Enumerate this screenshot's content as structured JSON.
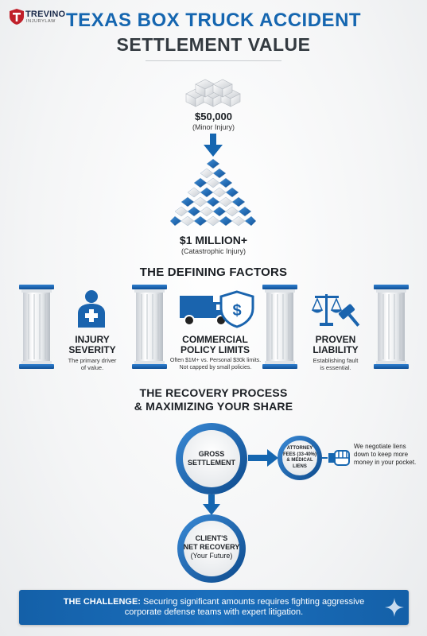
{
  "brand": {
    "name": "TREVINO",
    "sub": "INJURYLAW"
  },
  "title": {
    "line1": "TEXAS BOX TRUCK ACCIDENT",
    "line2": "SETTLEMENT VALUE"
  },
  "range": {
    "low_amount": "$50,000",
    "low_label": "(Minor Injury)",
    "high_amount": "$1 MILLION+",
    "high_label": "(Catastrophic Injury)"
  },
  "factors": {
    "heading": "THE DEFINING FACTORS",
    "items": [
      {
        "title_l1": "INJURY",
        "title_l2": "SEVERITY",
        "desc_l1": "The primary driver",
        "desc_l2": "of value.",
        "icon": "injured-person-icon"
      },
      {
        "title_l1": "COMMERCIAL",
        "title_l2": "POLICY LIMITS",
        "desc_l1": "Often $1M+ vs. Personal $30k limits.",
        "desc_l2": "Not capped by small policies.",
        "icon": "truck-shield-icon"
      },
      {
        "title_l1": "PROVEN",
        "title_l2": "LIABILITY",
        "desc_l1": "Establishing fault",
        "desc_l2": "is essential.",
        "icon": "scales-gavel-icon"
      }
    ]
  },
  "process": {
    "heading_l1": "THE RECOVERY PROCESS",
    "heading_l2": "& MAXIMIZING YOUR SHARE",
    "gross_l1": "GROSS",
    "gross_l2": "SETTLEMENT",
    "fees_l1": "ATTORNEY",
    "fees_l2": "FEES (33-40%)",
    "fees_l3": "& MEDICAL",
    "fees_l4": "LIENS",
    "negotiate_l1": "We negotiate liens",
    "negotiate_l2": "down to keep more",
    "negotiate_l3": "money in your pocket.",
    "net_l1": "CLIENT'S",
    "net_l2": "NET RECOVERY",
    "net_l3": "(Your Future)"
  },
  "challenge": {
    "label": "THE CHALLENGE:",
    "text_l1": " Securing significant amounts requires fighting aggressive",
    "text_l2": "corporate defense teams with expert litigation."
  },
  "colors": {
    "accent": "#1566b0",
    "dark": "#1b1f24",
    "banner": "#1a6ebc"
  }
}
